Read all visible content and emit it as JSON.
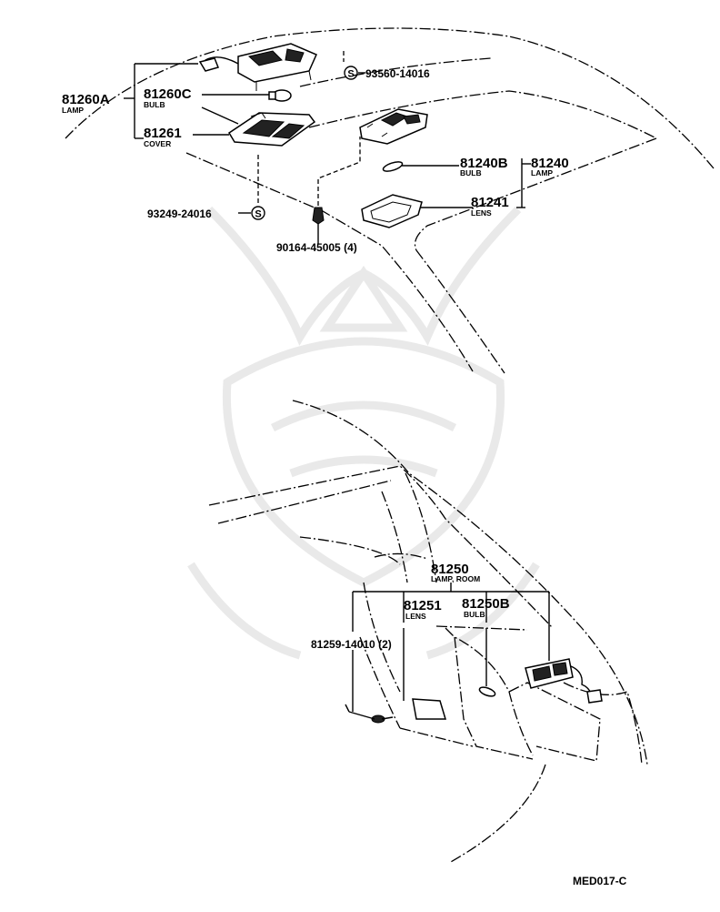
{
  "labels": {
    "p81260A": {
      "part": "81260A",
      "desc": "LAMP"
    },
    "p81260C": {
      "part": "81260C",
      "desc": "BULB"
    },
    "p81261": {
      "part": "81261",
      "desc": "COVER"
    },
    "p93560": {
      "part": "93560-14016",
      "symbol": "S"
    },
    "p93249": {
      "part": "93249-24016",
      "symbol": "S"
    },
    "p90164": {
      "part": "90164-45005 (4)"
    },
    "p81240B": {
      "part": "81240B",
      "desc": "BULB"
    },
    "p81240": {
      "part": "81240",
      "desc": "LAMP"
    },
    "p81241": {
      "part": "81241",
      "desc": "LENS"
    },
    "p81250": {
      "part": "81250",
      "desc": "LAMP, ROOM"
    },
    "p81251": {
      "part": "81251",
      "desc": "LENS"
    },
    "p81250B": {
      "part": "81250B",
      "desc": "BULB"
    },
    "p81259": {
      "part": "81259-14010 (2)"
    }
  },
  "diagram_code": "MED017-C",
  "colors": {
    "line": "#000000",
    "background": "#ffffff",
    "watermark": "#e9e9e9"
  }
}
